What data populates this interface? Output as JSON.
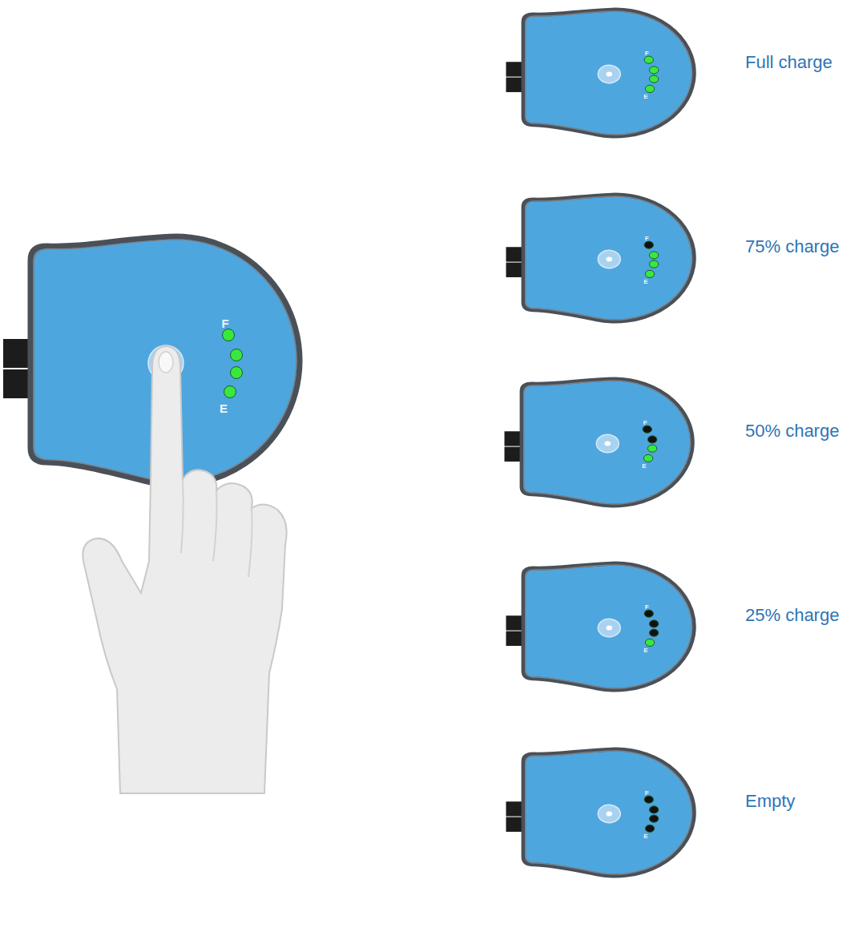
{
  "diagram": {
    "nodes": [
      {
        "text": [
          "F",
          "E"
        ]
      },
      {
        "text": [
          "F",
          "E"
        ]
      },
      {
        "text": [
          "F",
          "E"
        ]
      },
      {
        "text": [
          "F",
          "E"
        ]
      },
      {
        "text": [
          "F",
          "E"
        ]
      },
      {
        "text": [
          "F",
          "E"
        ]
      }
    ],
    "labels": [
      "Full charge",
      "75% charge",
      "50% charge",
      "25% charge",
      "Empty"
    ]
  }
}
